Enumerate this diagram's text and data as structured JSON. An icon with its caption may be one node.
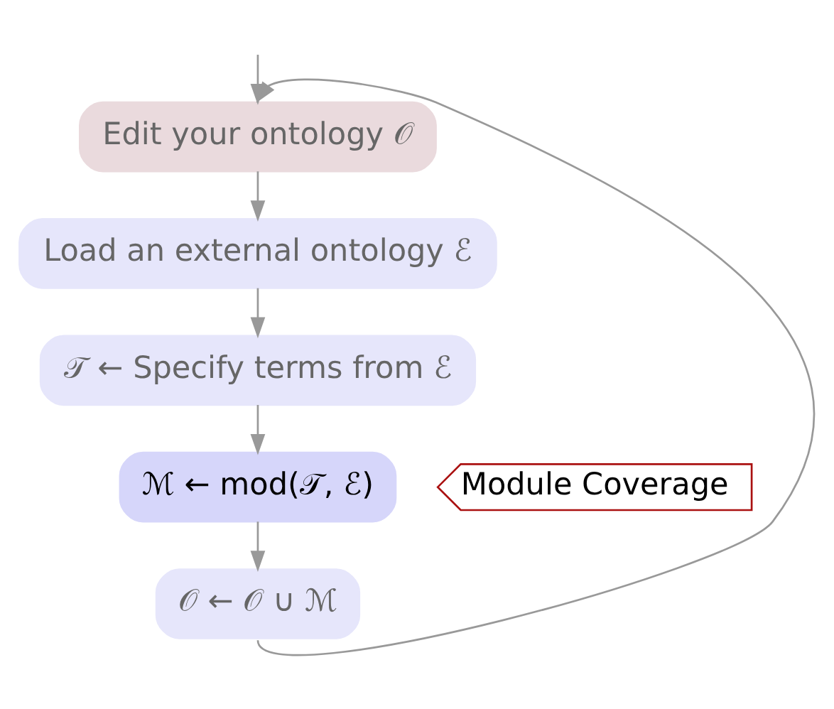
{
  "diagram": {
    "nodes": [
      {
        "text": [
          "Edit your ontology 𝒪"
        ]
      },
      {
        "text": [
          "Load an external ontology ℰ"
        ]
      },
      {
        "text": [
          "𝒯 ← Specify terms from ℰ"
        ]
      },
      {
        "text": [
          "ℳ ← mod(𝒯, ℰ)"
        ]
      },
      {
        "text": [
          "𝒪 ← 𝒪 ∪ ℳ"
        ]
      },
      {
        "text": [
          "Module Coverage"
        ]
      }
    ],
    "edges": [
      {
        "from": null,
        "to": 0,
        "arrow": "to"
      },
      {
        "from": 0,
        "to": 1,
        "arrow": "to"
      },
      {
        "from": 1,
        "to": 2,
        "arrow": "to"
      },
      {
        "from": 2,
        "to": 3,
        "arrow": "to"
      },
      {
        "from": 3,
        "to": 4,
        "arrow": "to"
      },
      {
        "from": 4,
        "to": 0,
        "arrow": "to"
      }
    ]
  }
}
